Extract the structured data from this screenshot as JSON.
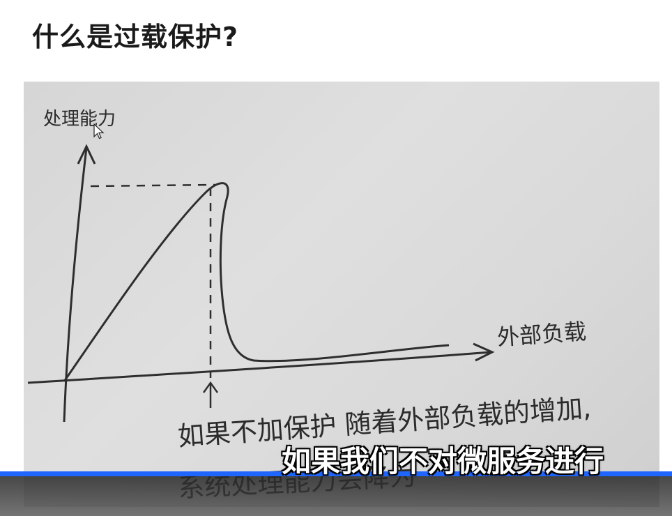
{
  "slide": {
    "title": "什么是过载保护?"
  },
  "sketch": {
    "y_axis_label": "处理能力",
    "x_axis_label": "外部负载",
    "note_line1": "如果不加保护  随着外部负载的增加,",
    "note_line2": "系统处理能力会降为"
  },
  "video": {
    "subtitle": "如果我们不对微服务进行",
    "progress_color": "#1f66ff"
  }
}
